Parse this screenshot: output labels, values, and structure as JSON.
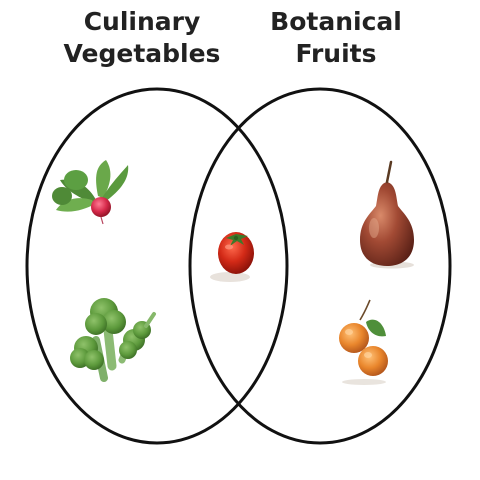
{
  "sets": [
    {
      "title_line1": "Culinary",
      "title_line2": "Vegetables",
      "items": [
        "radish",
        "broccoli"
      ]
    },
    {
      "title_line1": "Botanical",
      "title_line2": "Fruits",
      "items": [
        "pear",
        "apricots"
      ]
    }
  ],
  "overlap": {
    "items": [
      "tomato"
    ]
  },
  "colors": {
    "outline": "#111111",
    "title": "#222222",
    "tomato": "#d32a17",
    "pear": "#a24a34",
    "apricot": "#e9862c",
    "broccoli": "#5d9a3c",
    "radish_root": "#d6294a"
  }
}
